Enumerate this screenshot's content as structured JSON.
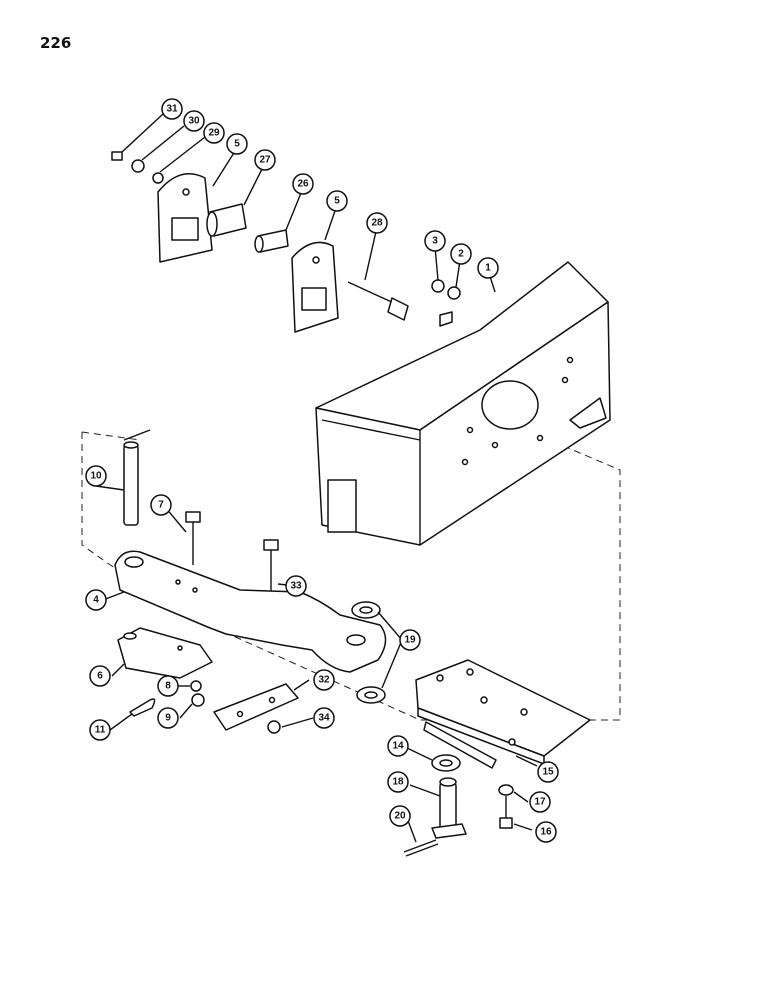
{
  "page": {
    "number": "226"
  },
  "callouts": [
    {
      "id": "c31",
      "label": "31"
    },
    {
      "id": "c30",
      "label": "30"
    },
    {
      "id": "c29",
      "label": "29"
    },
    {
      "id": "c5a",
      "label": "5"
    },
    {
      "id": "c27",
      "label": "27"
    },
    {
      "id": "c26",
      "label": "26"
    },
    {
      "id": "c5b",
      "label": "5"
    },
    {
      "id": "c28",
      "label": "28"
    },
    {
      "id": "c3",
      "label": "3"
    },
    {
      "id": "c2",
      "label": "2"
    },
    {
      "id": "c1",
      "label": "1"
    },
    {
      "id": "c10",
      "label": "10"
    },
    {
      "id": "c7",
      "label": "7"
    },
    {
      "id": "c33",
      "label": "33"
    },
    {
      "id": "c4",
      "label": "4"
    },
    {
      "id": "c19",
      "label": "19"
    },
    {
      "id": "c6",
      "label": "6"
    },
    {
      "id": "c8",
      "label": "8"
    },
    {
      "id": "c32",
      "label": "32"
    },
    {
      "id": "c9",
      "label": "9"
    },
    {
      "id": "c11",
      "label": "11"
    },
    {
      "id": "c34",
      "label": "34"
    },
    {
      "id": "c14",
      "label": "14"
    },
    {
      "id": "c15",
      "label": "15"
    },
    {
      "id": "c18",
      "label": "18"
    },
    {
      "id": "c17",
      "label": "17"
    },
    {
      "id": "c16",
      "label": "16"
    },
    {
      "id": "c20",
      "label": "20"
    }
  ]
}
